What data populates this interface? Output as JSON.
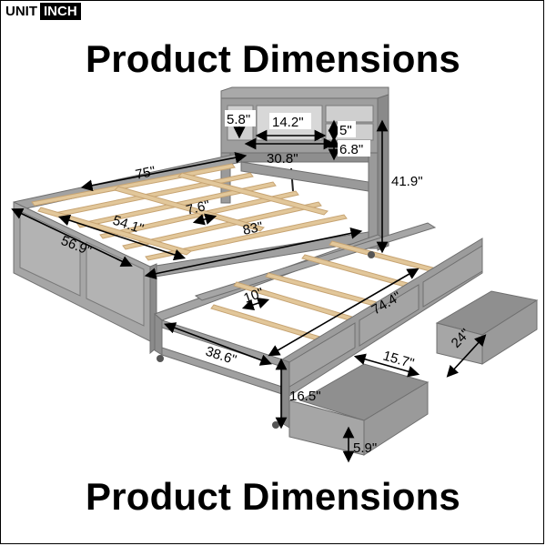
{
  "unit_badge": {
    "unit": "UNIT",
    "inch": "INCH"
  },
  "title_top": "Product Dimensions",
  "title_bottom": "Product Dimensions",
  "dimensions": {
    "shelf_height": "5.8\"",
    "shelf_width": "14.2\"",
    "cubby_height": "5\"",
    "cubby_height_lower": "6.8\"",
    "headboard_width": "30.8\"",
    "headboard_height": "41.9\"",
    "bed_length_diag": "75\"",
    "slat_span": "54.1\"",
    "slat_gap": "7.6\"",
    "overall_length": "83\"",
    "bed_width": "56.9\"",
    "trundle_slat_gap": "10\"",
    "trundle_length": "74.4\"",
    "trundle_width": "38.6\"",
    "drawer_width": "15.7\"",
    "drawer_depth": "24\"",
    "trundle_height": "16.5\"",
    "drawer_height": "5.9\""
  },
  "colors": {
    "frame_gray": "#9a9a9a",
    "frame_dark": "#7d7d7d",
    "slat_wood": "#e2c79a",
    "slat_edge": "#c7a473"
  }
}
